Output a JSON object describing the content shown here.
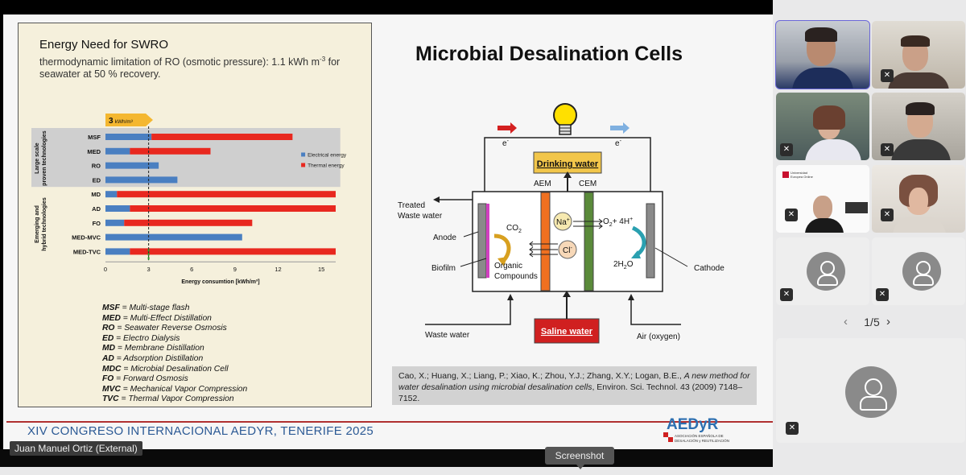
{
  "slide": {
    "energy_title": "Energy Need for SWRO",
    "energy_subtitle_pre": "thermodynamic limitation of RO (osmotic pressure):  1.1 kWh m",
    "energy_subtitle_sup": "-3",
    "energy_subtitle_post": " for seawater at 50 % recovery.",
    "mdc_title": "Microbial Desalination Cells",
    "reference_plain": "Cao, X.; Huang, X.; Liang, P.; Xiao, K.; Zhou, Y.J.; Zhang, X.Y.; Logan, B.E., ",
    "reference_italic": "A new method for water desalination using microbial desalination cells",
    "reference_tail": ", Environ. Sci. Technol. 43 (2009) 7148–7152.",
    "congreso": "XIV CONGRESO INTERNACIONAL AEDYR, TENERIFE 2025",
    "logo_text": "AEDyR",
    "logo_sub1": "ASOCIACIÓN ESPAÑOLA DE",
    "logo_sub2": "DESALACIÓN y REUTILIZACIÓN",
    "abbreviations": [
      {
        "abbr": "MSF",
        "text": " = Multi-stage flash"
      },
      {
        "abbr": "MED",
        "text": " = Multi-Effect Distillation"
      },
      {
        "abbr": "RO",
        "text": " = Seawater Reverse Osmosis"
      },
      {
        "abbr": "ED",
        "text": " = Electro Dialysis"
      },
      {
        "abbr": "MD",
        "text": " = Membrane Distillation"
      },
      {
        "abbr": "AD",
        "text": " = Adsorption Distillation"
      },
      {
        "abbr": "MDC",
        "text": " = Microbial Desalination Cell"
      },
      {
        "abbr": "FO",
        "text": " = Forward Osmosis"
      },
      {
        "abbr": "MVC",
        "text": " = Mechanical Vapor Compression"
      },
      {
        "abbr": "TVC",
        "text": " = Thermal Vapor Compression"
      }
    ],
    "diagram": {
      "drinking_water": "Drinking water",
      "saline_water": "Saline water",
      "aem": "AEM",
      "cem": "CEM",
      "treated": "Treated",
      "waste_water_top": "Waste water",
      "anode": "Anode",
      "biofilm": "Biofilm",
      "co2": "CO",
      "co2_sub": "2",
      "organic1": "Organic",
      "organic2": "Compounds",
      "na": "Na",
      "na_sup": "+",
      "cl": "Cl",
      "cl_sup": "-",
      "o2": "O",
      "o2_sub": "2",
      "o2_rest": "+ 4H",
      "o2_sup": "+",
      "h2o": "2H",
      "h2o_sub": "2",
      "h2o_rest": "O",
      "cathode": "Cathode",
      "waste_water_bottom": "Waste water",
      "air": "Air (oxygen)",
      "e_left": "e",
      "e_right": "e",
      "e_sup": "-"
    }
  },
  "chart_data": {
    "type": "bar",
    "orientation": "horizontal",
    "stacked": true,
    "categories": [
      "MSF",
      "MED",
      "RO",
      "ED",
      "MD",
      "AD",
      "FO",
      "MED-MVC",
      "MED-TVC"
    ],
    "series": [
      {
        "name": "Electrical energy",
        "color": "#4a7fc1",
        "values": [
          3.2,
          1.7,
          3.7,
          5.0,
          0.8,
          1.7,
          1.3,
          9.5,
          1.7
        ]
      },
      {
        "name": "Thermal energy",
        "color": "#e8281f",
        "values": [
          9.8,
          5.6,
          0,
          0,
          15.2,
          14.3,
          8.9,
          0,
          14.3
        ]
      }
    ],
    "xlabel": "Energy consumtion [kWh/m³]",
    "xticks": [
      "0",
      "3",
      "6",
      "9",
      "12",
      "15"
    ],
    "xlim": [
      0,
      16
    ],
    "reference_line": 3,
    "callout": "3",
    "callout_unit": "kWh/m³",
    "group_labels": [
      "Large scale proven technologies",
      "Emerging and hybrid technologies"
    ],
    "legend_position": "right"
  },
  "participants": {
    "speaker_name": "Juan Manuel Ortiz (External)",
    "screenshot_button": "Screenshot",
    "pager": "1/5",
    "pager_prev": "‹",
    "pager_next": "›",
    "tile_logo_text1": "Universidad",
    "tile_logo_text2": "Europea Online",
    "mic_icon": "🎤"
  }
}
